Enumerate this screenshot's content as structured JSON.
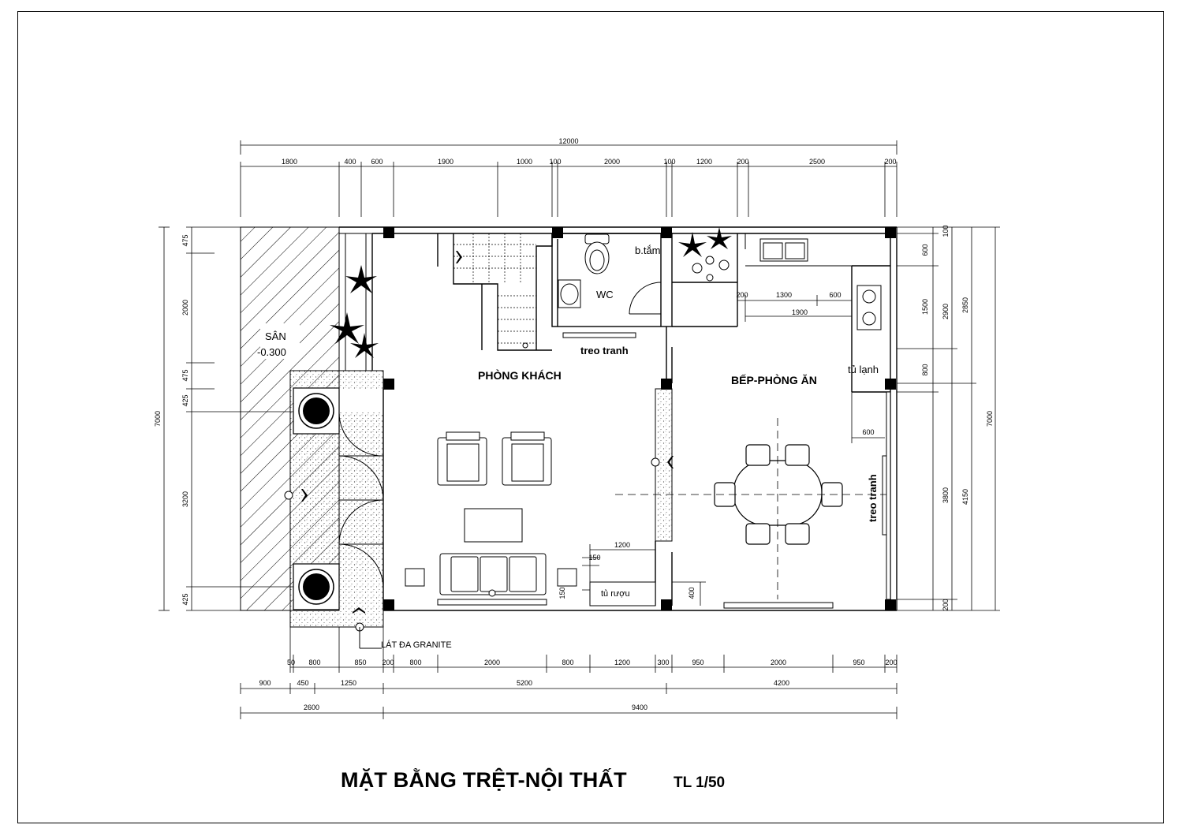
{
  "title": "MẶT BẰNG TRỆT-NỘI THẤT",
  "scale": "TL 1/50",
  "rooms": {
    "living": "PHÒNG KHÁCH",
    "kitchen": "BẾP-PHÒNG ĂN",
    "wc": "WC",
    "bath": "b.tắm",
    "yard": "SÂN",
    "yard_level": "-0.300"
  },
  "labels": {
    "picture_top": "treo tranh",
    "picture_right": "treo tranh",
    "fridge": "tủ lạnh",
    "wine_cabinet": "tủ rượu",
    "granite": "LÁT ĐA GRANITE"
  },
  "dimensions": {
    "top_total": "12000",
    "top": [
      "1800",
      "400",
      "600",
      "1900",
      "1000",
      "100",
      "2000",
      "100",
      "1200",
      "200",
      "2500",
      "200"
    ],
    "bottom_inner": [
      "50",
      "800",
      "850",
      "200",
      "800",
      "2000",
      "800",
      "1200",
      "300",
      "950",
      "2000",
      "950",
      "200"
    ],
    "bottom_mid": [
      "900",
      "450",
      "1250",
      "5200",
      "4200"
    ],
    "bottom_outer": [
      "2600",
      "9400"
    ],
    "left": [
      "475",
      "2000",
      "475",
      "425",
      "3200",
      "425"
    ],
    "left_total": "7000",
    "right_inner": [
      "100",
      "600",
      "1500",
      "800",
      "3800",
      "200"
    ],
    "right_mid": [
      "2900",
      "4150"
    ],
    "right_outer": [
      "2850"
    ],
    "right_total": "7000",
    "kitchen": [
      "200",
      "1300",
      "600",
      "1900"
    ],
    "misc": [
      "600",
      "1200",
      "150",
      "150",
      "400"
    ]
  }
}
